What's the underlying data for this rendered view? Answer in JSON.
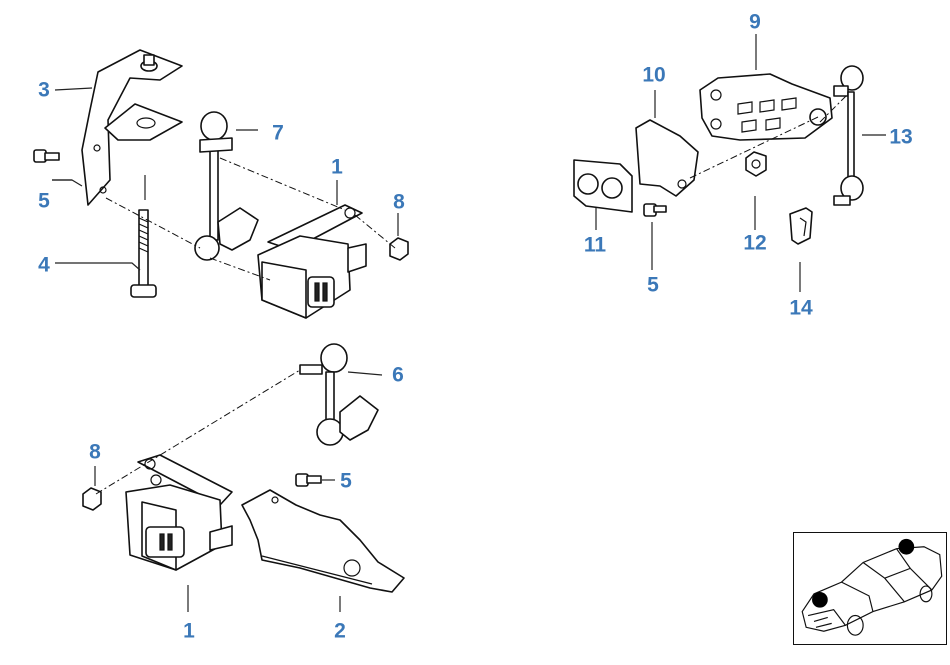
{
  "callouts": {
    "c1_top": "1",
    "c1_bottom": "1",
    "c2": "2",
    "c3": "3",
    "c4": "4",
    "c5_left": "5",
    "c5_mid": "5",
    "c5_right": "5",
    "c6": "6",
    "c7": "7",
    "c8_top": "8",
    "c8_bottom": "8",
    "c9": "9",
    "c10": "10",
    "c11": "11",
    "c12": "12",
    "c13": "13",
    "c14": "14"
  },
  "colors": {
    "callout_text": "#3b78b8",
    "line_art": "#111111",
    "background": "#ffffff",
    "location_marker": "#000000"
  }
}
